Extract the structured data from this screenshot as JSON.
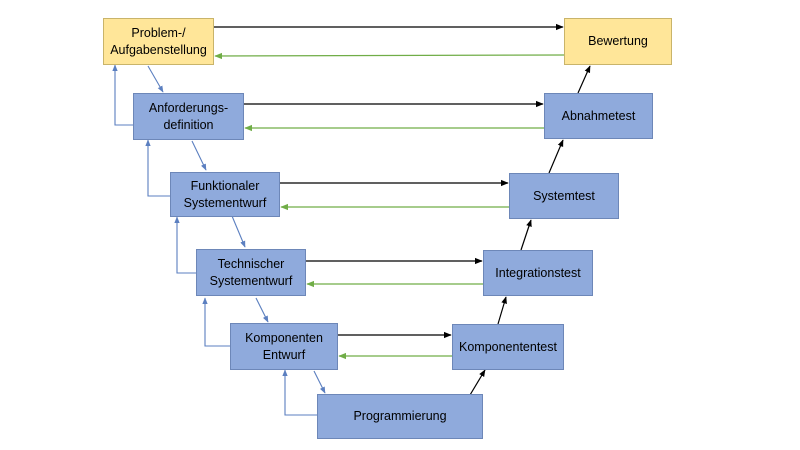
{
  "boxes": {
    "problem": [
      "Problem-/",
      "Aufgabenstellung"
    ],
    "anforderung": [
      "Anforderungs-",
      "definition"
    ],
    "funktional": [
      "Funktionaler",
      "Systementwurf"
    ],
    "technisch": [
      "Technischer",
      "Systementwurf"
    ],
    "komponenten_entwurf": [
      "Komponenten",
      "Entwurf"
    ],
    "programmierung": [
      "Programmierung"
    ],
    "komponententest": [
      "Komponententest"
    ],
    "integrationstest": [
      "Integrationstest"
    ],
    "systemtest": [
      "Systemtest"
    ],
    "abnahmetest": [
      "Abnahmetest"
    ],
    "bewertung": [
      "Bewertung"
    ]
  },
  "colors": {
    "box_blue": "#8faadc",
    "box_yellow": "#ffe699",
    "arrow_black": "#000000",
    "arrow_green": "#70ad47",
    "arrow_blue": "#5b7fc0"
  }
}
